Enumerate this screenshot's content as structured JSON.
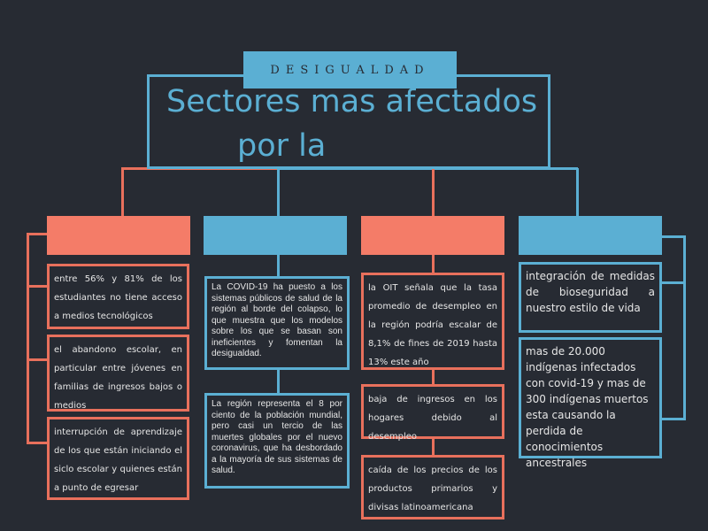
{
  "title": {
    "banner": "DESIGUALDAD",
    "line1": "Sectores mas afectados",
    "line2": "por la"
  },
  "columns": [
    {
      "color": "#f47c68",
      "cards": [
        "entre 56% y 81% de los estudiantes no tiene acceso a medios tecnológicos",
        "el abandono escolar, en particular entre jóvenes en familias de ingresos bajos o medios",
        "interrupción de aprendizaje de los que están iniciando el siclo escolar y quienes están a punto de egresar"
      ]
    },
    {
      "color": "#5bafd3",
      "cards": [
        "La COVID-19 ha puesto a los sistemas públicos de salud de la región al borde del colapso, lo que muestra que los modelos sobre los que se basan son ineficientes y fomentan la desigualdad.",
        "La región representa el 8 por ciento de la población mundial, pero casi un tercio de las muertes globales por el nuevo coronavirus, que ha desbordado a la mayoría de sus sistemas de salud."
      ]
    },
    {
      "color": "#f47c68",
      "cards": [
        "la OIT señala que la tasa promedio de desempleo en la región podría escalar de 8,1% de fines de 2019 hasta 13% este año",
        "baja de ingresos en los hogares debido al desempleo",
        "caída de los precios de los productos primarios y divisas latinoamericana"
      ]
    },
    {
      "color": "#5bafd3",
      "cards": [
        "integración de medidas de bioseguridad a nuestro estilo de vida",
        "mas de 20.000 indígenas infectados con covid-19 y mas de 300 indígenas muertos esta causando la perdida de conocimientos ancestrales"
      ]
    }
  ]
}
